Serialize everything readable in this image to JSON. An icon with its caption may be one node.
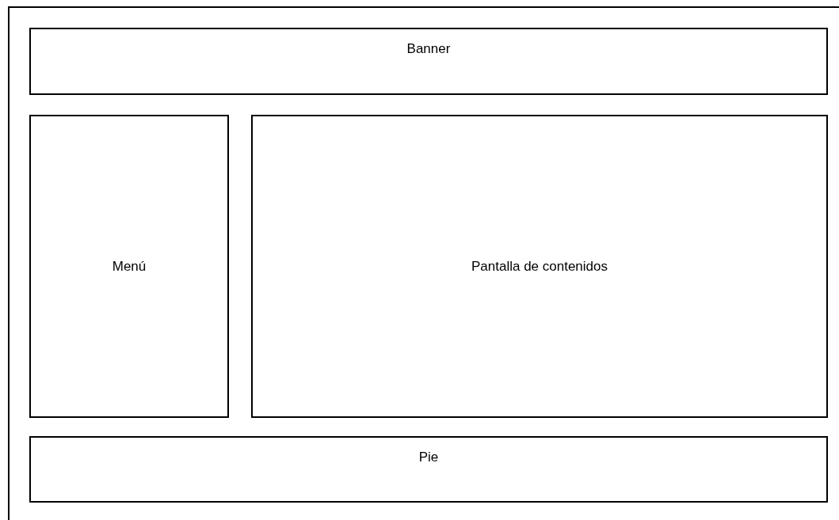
{
  "diagram": {
    "nodes": [
      {
        "text": [],
        "shape": "box"
      },
      {
        "text": [
          "Banner"
        ],
        "in": 0
      },
      {
        "text": [
          "Menú"
        ],
        "in": 0
      },
      {
        "text": [
          "Pantalla de contenidos"
        ],
        "in": 0
      },
      {
        "text": [
          "Pie"
        ],
        "in": 0
      }
    ],
    "edges": []
  }
}
